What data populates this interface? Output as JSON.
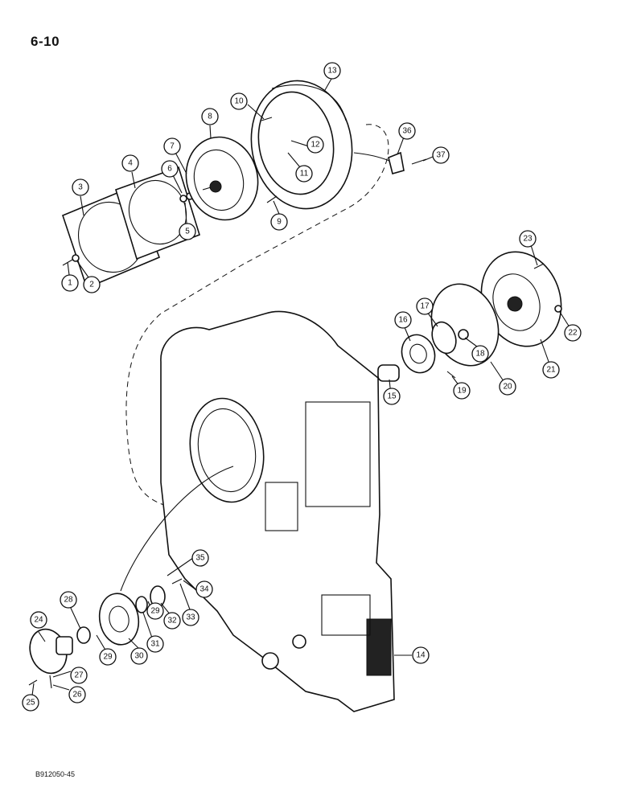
{
  "page": {
    "number": "6-10",
    "figure_code": "B912050-45"
  },
  "callouts": [
    {
      "id": "1",
      "label": "1"
    },
    {
      "id": "2",
      "label": "2"
    },
    {
      "id": "3",
      "label": "3"
    },
    {
      "id": "4",
      "label": "4"
    },
    {
      "id": "5",
      "label": "5"
    },
    {
      "id": "6",
      "label": "6"
    },
    {
      "id": "7",
      "label": "7"
    },
    {
      "id": "8",
      "label": "8"
    },
    {
      "id": "9",
      "label": "9"
    },
    {
      "id": "10",
      "label": "10"
    },
    {
      "id": "11",
      "label": "11"
    },
    {
      "id": "12",
      "label": "12"
    },
    {
      "id": "13",
      "label": "13"
    },
    {
      "id": "14",
      "label": "14"
    },
    {
      "id": "15",
      "label": "15"
    },
    {
      "id": "16",
      "label": "16"
    },
    {
      "id": "17",
      "label": "17"
    },
    {
      "id": "18",
      "label": "18"
    },
    {
      "id": "19",
      "label": "19"
    },
    {
      "id": "20",
      "label": "20"
    },
    {
      "id": "21",
      "label": "21"
    },
    {
      "id": "22",
      "label": "22"
    },
    {
      "id": "23",
      "label": "23"
    },
    {
      "id": "24",
      "label": "24"
    },
    {
      "id": "25",
      "label": "25"
    },
    {
      "id": "26",
      "label": "26"
    },
    {
      "id": "27",
      "label": "27"
    },
    {
      "id": "28",
      "label": "28"
    },
    {
      "id": "29a",
      "label": "29"
    },
    {
      "id": "29b",
      "label": "29"
    },
    {
      "id": "30",
      "label": "30"
    },
    {
      "id": "31",
      "label": "31"
    },
    {
      "id": "32",
      "label": "32"
    },
    {
      "id": "33",
      "label": "33"
    },
    {
      "id": "34",
      "label": "34"
    },
    {
      "id": "35",
      "label": "35"
    },
    {
      "id": "36",
      "label": "36"
    },
    {
      "id": "37",
      "label": "37"
    }
  ]
}
